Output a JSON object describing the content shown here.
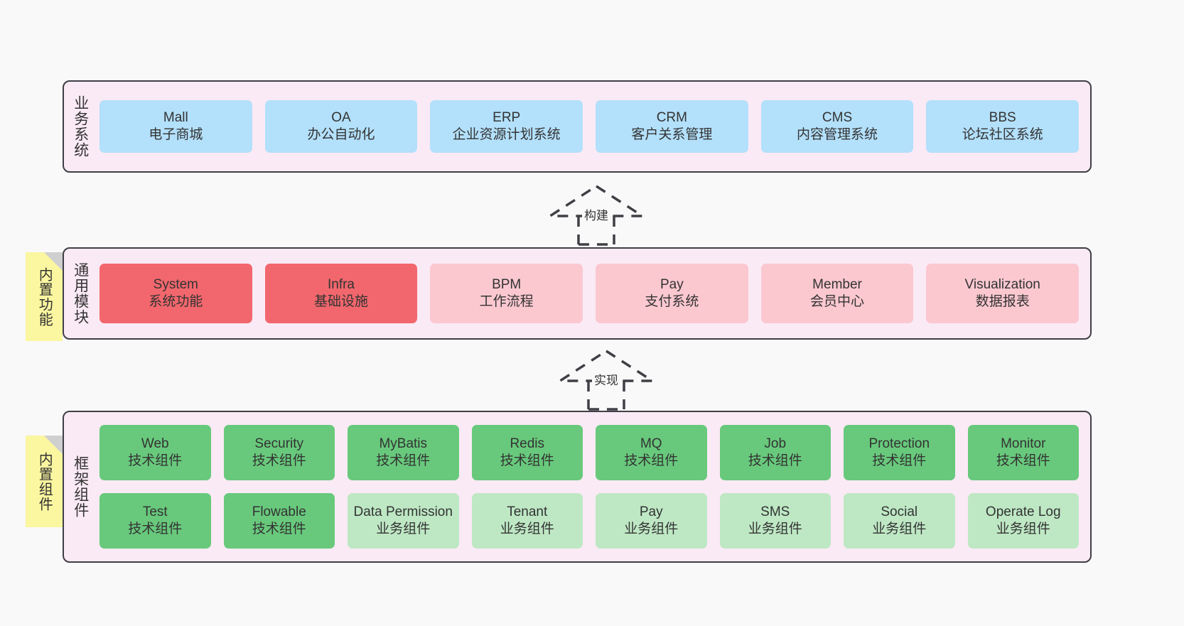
{
  "layers": [
    {
      "id": "business",
      "title": "业务系统",
      "rows": [
        [
          {
            "name": "Mall",
            "desc": "电子商城",
            "color": "#b3e0fb"
          },
          {
            "name": "OA",
            "desc": "办公自动化",
            "color": "#b3e0fb"
          },
          {
            "name": "ERP",
            "desc": "企业资源计划系统",
            "color": "#b3e0fb"
          },
          {
            "name": "CRM",
            "desc": "客户关系管理",
            "color": "#b3e0fb"
          },
          {
            "name": "CMS",
            "desc": "内容管理系统",
            "color": "#b3e0fb"
          },
          {
            "name": "BBS",
            "desc": "论坛社区系统",
            "color": "#b3e0fb"
          }
        ]
      ]
    },
    {
      "id": "modules",
      "title": "通用模块",
      "sticky": "内置功能",
      "rows": [
        [
          {
            "name": "System",
            "desc": "系统功能",
            "color": "#f2676d"
          },
          {
            "name": "Infra",
            "desc": "基础设施",
            "color": "#f2676d"
          },
          {
            "name": "BPM",
            "desc": "工作流程",
            "color": "#fbc8d0"
          },
          {
            "name": "Pay",
            "desc": "支付系统",
            "color": "#fbc8d0"
          },
          {
            "name": "Member",
            "desc": "会员中心",
            "color": "#fbc8d0"
          },
          {
            "name": "Visualization",
            "desc": "数据报表",
            "color": "#fbc8d0"
          }
        ]
      ]
    },
    {
      "id": "frame",
      "title": "框架组件",
      "sticky": "内置组件",
      "rows": [
        [
          {
            "name": "Web",
            "desc": "技术组件",
            "color": "#68c97c"
          },
          {
            "name": "Security",
            "desc": "技术组件",
            "color": "#68c97c"
          },
          {
            "name": "MyBatis",
            "desc": "技术组件",
            "color": "#68c97c"
          },
          {
            "name": "Redis",
            "desc": "技术组件",
            "color": "#68c97c"
          },
          {
            "name": "MQ",
            "desc": "技术组件",
            "color": "#68c97c"
          },
          {
            "name": "Job",
            "desc": "技术组件",
            "color": "#68c97c"
          },
          {
            "name": "Protection",
            "desc": "技术组件",
            "color": "#68c97c"
          },
          {
            "name": "Monitor",
            "desc": "技术组件",
            "color": "#68c97c"
          }
        ],
        [
          {
            "name": "Test",
            "desc": "技术组件",
            "color": "#68c97c"
          },
          {
            "name": "Flowable",
            "desc": "技术组件",
            "color": "#68c97c"
          },
          {
            "name": "Data Permission",
            "desc": "业务组件",
            "color": "#bee8c4"
          },
          {
            "name": "Tenant",
            "desc": "业务组件",
            "color": "#bee8c4"
          },
          {
            "name": "Pay",
            "desc": "业务组件",
            "color": "#bee8c4"
          },
          {
            "name": "SMS",
            "desc": "业务组件",
            "color": "#bee8c4"
          },
          {
            "name": "Social",
            "desc": "业务组件",
            "color": "#bee8c4"
          },
          {
            "name": "Operate Log",
            "desc": "业务组件",
            "color": "#bee8c4"
          }
        ]
      ]
    }
  ],
  "connectors": [
    {
      "id": "build",
      "label": "构建"
    },
    {
      "id": "impl",
      "label": "实现"
    }
  ],
  "colors": {
    "background": "#f9f9f9",
    "band_fill": "#faeaf5",
    "band_border": "#3f3f46",
    "sticky_fill": "#fbf6a0",
    "sticky_fold": "#cfcfcf",
    "blue": "#b3e0fb",
    "red": "#f2676d",
    "pink": "#fbc8d0",
    "green": "#68c97c",
    "green_light": "#bee8c4",
    "text": "#333333"
  }
}
